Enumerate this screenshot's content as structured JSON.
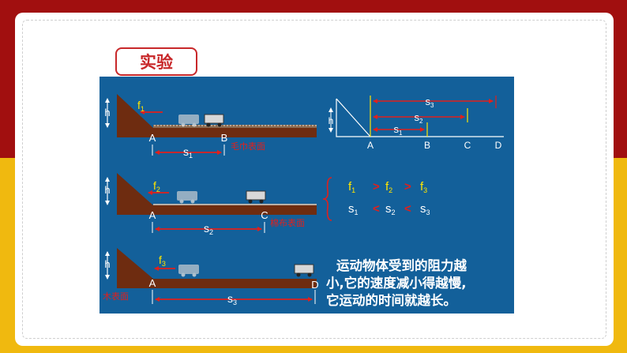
{
  "title": "实验",
  "colors": {
    "panel_bg": "#13609a",
    "wood": "#6e2c10",
    "arrow_red": "#e0201c",
    "label_yellow": "#ffe500",
    "text_white": "#ffffff",
    "frame_red": "#a10f0f",
    "frame_yellow": "#f0b90f"
  },
  "rows": [
    {
      "height_label": "h",
      "force_label": "f",
      "force_sub": "1",
      "start_label": "A",
      "end_label": "B",
      "dist_label": "s",
      "dist_sub": "1",
      "surface": "毛巾表面"
    },
    {
      "height_label": "h",
      "force_label": "f",
      "force_sub": "2",
      "start_label": "A",
      "end_label": "C",
      "dist_label": "s",
      "dist_sub": "2",
      "surface": "棉布表面"
    },
    {
      "height_label": "h",
      "force_label": "f",
      "force_sub": "3",
      "start_label": "A",
      "end_label": "D",
      "dist_label": "s",
      "dist_sub": "3",
      "surface": "木表面"
    }
  ],
  "diagram": {
    "height_label": "h",
    "points": [
      "A",
      "B",
      "C",
      "D"
    ],
    "distances": [
      {
        "label": "s",
        "sub": "3"
      },
      {
        "label": "s",
        "sub": "2"
      },
      {
        "label": "s",
        "sub": "1"
      }
    ]
  },
  "comparison": {
    "forces": {
      "items": [
        {
          "label": "f",
          "sub": "1"
        },
        {
          "label": "f",
          "sub": "2"
        },
        {
          "label": "f",
          "sub": "3"
        }
      ],
      "ops": [
        ">",
        ">"
      ]
    },
    "distances": {
      "items": [
        {
          "label": "s",
          "sub": "1"
        },
        {
          "label": "s",
          "sub": "2"
        },
        {
          "label": "s",
          "sub": "3"
        }
      ],
      "ops": [
        "<",
        "<"
      ]
    }
  },
  "conclusion": [
    "运动物体受到的阻力越",
    "小,它的速度减小得越慢,",
    "它运动的时间就越长。"
  ]
}
